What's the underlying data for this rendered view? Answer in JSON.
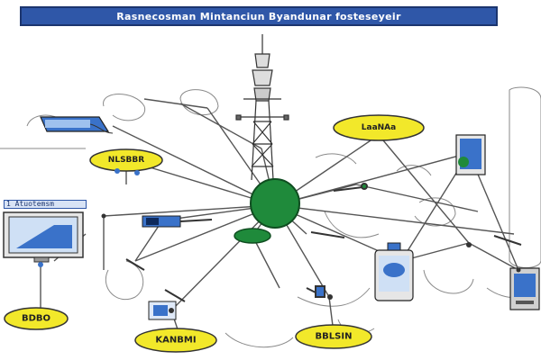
{
  "header": {
    "title": "Rasnecosman Mintanciun Byandunar fosteseyeir"
  },
  "side_panel": {
    "label": "1 Atuotemsm"
  },
  "hub_labels": {
    "top_right": "LaaNAa",
    "left_upper": "NLSBBR",
    "left_lower": "BDBO",
    "bottom_left": "KANBMI",
    "bottom_right": "BBLSIN"
  },
  "colors": {
    "title_bar": "#2f57a8",
    "hub_green": "#1f8a3b",
    "label_yellow": "#f2e82a",
    "device_blue": "#3a72c9",
    "line": "#555555"
  }
}
